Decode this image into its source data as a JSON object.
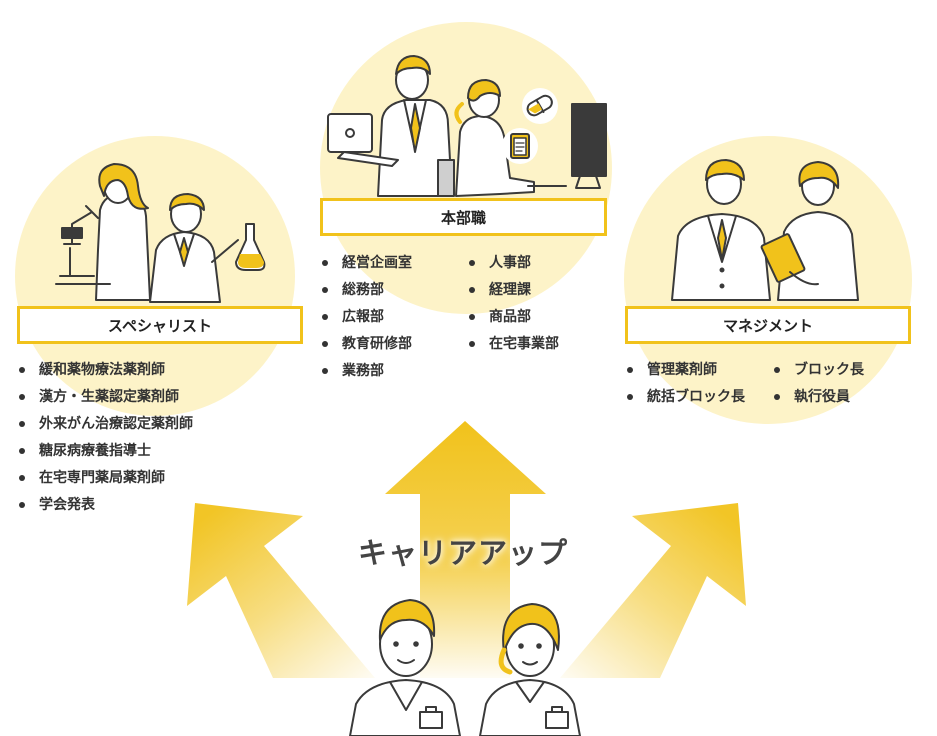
{
  "colors": {
    "accent": "#f1c21b",
    "circle": "#fdf3c8",
    "text": "#333333"
  },
  "headquarters": {
    "title": "本部職",
    "col1": [
      "経営企画室",
      "総務部",
      "広報部",
      "教育研修部",
      "業務部"
    ],
    "col2": [
      "人事部",
      "経理課",
      "商品部",
      "在宅事業部"
    ]
  },
  "specialist": {
    "title": "スペシャリスト",
    "items": [
      "緩和薬物療法薬剤師",
      "漢方・生薬認定薬剤師",
      "外来がん治療認定薬剤師",
      "糖尿病療養指導士",
      "在宅専門薬局薬剤師",
      "学会発表"
    ]
  },
  "management": {
    "title": "マネジメント",
    "col1": [
      "管理薬剤師",
      "統括ブロック長"
    ],
    "col2": [
      "ブロック長",
      "執行役員"
    ]
  },
  "career_up": "キャリアアップ",
  "icons": {
    "illustrations": [
      "laptop-worker-icon",
      "monitor-worker-icon",
      "pill-icon",
      "clipboard-icon",
      "microscope-researcher-icon",
      "flask-pharmacist-icon",
      "manager-icon",
      "clipboard-manager-icon",
      "pharmacist-pair-icon"
    ],
    "arrows": [
      "arrow-up-left-icon",
      "arrow-up-icon",
      "arrow-up-right-icon"
    ]
  }
}
